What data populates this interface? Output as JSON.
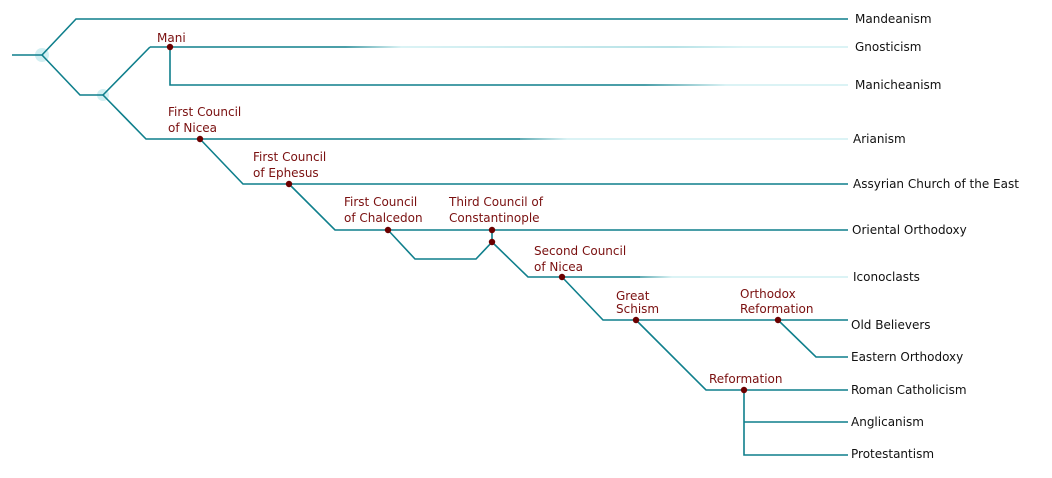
{
  "colors": {
    "line": "#0f7f8c",
    "fade": "#cfeff2",
    "event_dot": "#6b0000",
    "event_text": "#7a1010",
    "leaf_text": "#111111"
  },
  "leaves": {
    "mandeanism": "Mandeanism",
    "gnosticism": "Gnosticism",
    "manicheanism": "Manicheanism",
    "arianism": "Arianism",
    "assyrian": "Assyrian Church of the East",
    "oriental": "Oriental Orthodoxy",
    "iconoclasts": "Iconoclasts",
    "old_believers": "Old Believers",
    "eastern_orthodoxy": "Eastern Orthodoxy",
    "roman_catholicism": "Roman Catholicism",
    "anglicanism": "Anglicanism",
    "protestantism": "Protestantism"
  },
  "events": {
    "mani": [
      "Mani"
    ],
    "nicea1": [
      "First Council",
      "of Nicea"
    ],
    "ephesus": [
      "First Council",
      "of Ephesus"
    ],
    "chalcedon": [
      "First Council",
      "of Chalcedon"
    ],
    "constantinople3": [
      "Third Council of",
      "Constantinople"
    ],
    "nicea2": [
      "Second Council",
      "of Nicea"
    ],
    "schism": [
      "Great",
      "Schism"
    ],
    "orthodox_reformation": [
      "Orthodox",
      "Reformation"
    ],
    "reformation": [
      "Reformation"
    ]
  }
}
